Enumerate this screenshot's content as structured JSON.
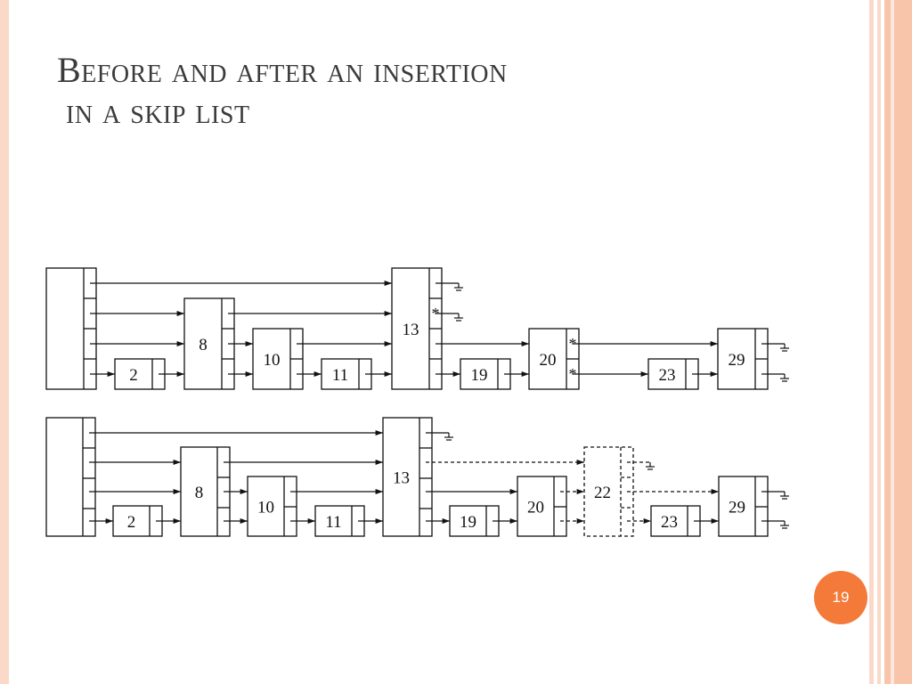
{
  "slide": {
    "title_line1": "Before and after an insertion",
    "title_line2": "in a skip list",
    "page_number": "19"
  },
  "colors": {
    "accent": "#f47a3a",
    "frame": "#fbd9c8",
    "title_text": "#3b3b3b"
  },
  "diagram": {
    "before": {
      "nodes": [
        {
          "key": "",
          "levels": 4,
          "role": "header"
        },
        {
          "key": "2",
          "levels": 1
        },
        {
          "key": "8",
          "levels": 3
        },
        {
          "key": "10",
          "levels": 2
        },
        {
          "key": "11",
          "levels": 1
        },
        {
          "key": "13",
          "levels": 4
        },
        {
          "key": "19",
          "levels": 1
        },
        {
          "key": "20",
          "levels": 2
        },
        {
          "key": "23",
          "levels": 1
        },
        {
          "key": "29",
          "levels": 2
        }
      ],
      "marker": "*"
    },
    "after": {
      "nodes": [
        {
          "key": "",
          "levels": 4,
          "role": "header"
        },
        {
          "key": "2",
          "levels": 1
        },
        {
          "key": "8",
          "levels": 3
        },
        {
          "key": "10",
          "levels": 2
        },
        {
          "key": "11",
          "levels": 1
        },
        {
          "key": "13",
          "levels": 4
        },
        {
          "key": "19",
          "levels": 1
        },
        {
          "key": "20",
          "levels": 2
        },
        {
          "key": "22",
          "levels": 3,
          "inserted": true
        },
        {
          "key": "23",
          "levels": 1
        },
        {
          "key": "29",
          "levels": 2
        }
      ]
    }
  }
}
